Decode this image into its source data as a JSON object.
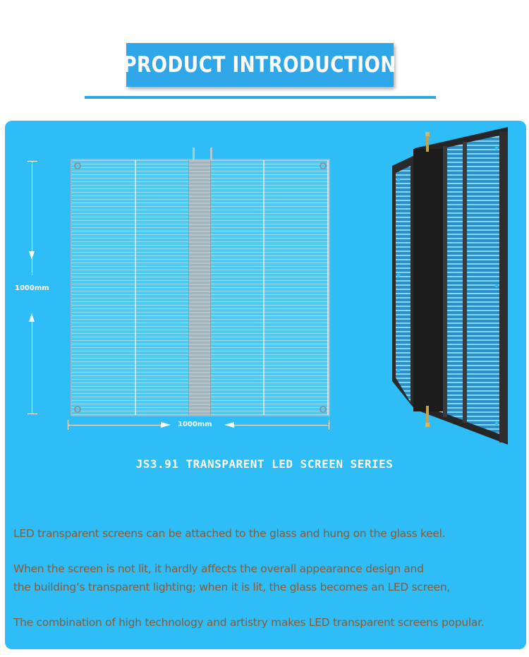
{
  "header": {
    "title": "PRODUCT INTRODUCTION"
  },
  "diagram": {
    "height_label": "1000mm",
    "width_label": "1000mm",
    "series_title": "JS3.91 TRANSPARENT LED SCREEN SERIES"
  },
  "description": {
    "paragraph_1": "LED transparent screens can be attached to the  glass and hung on the glass keel.",
    "paragraph_2_line_1": "When the screen is not lit, it hardly affects the overall appearance design and",
    "paragraph_2_line_2": "the building’s transparent lighting; when it is lit, the glass becomes an LED screen,",
    "paragraph_3": "The combination of high technology and artistry  makes LED transparent screens popular."
  },
  "colors": {
    "accent_blue": "#2fa6e8",
    "panel_blue": "#2ebdf7",
    "text_brown": "#8c5a33"
  }
}
